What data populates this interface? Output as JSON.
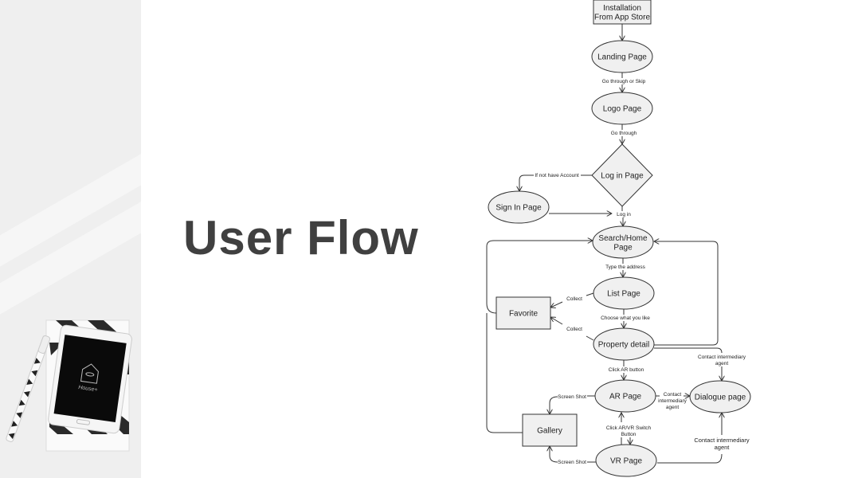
{
  "slide": {
    "title": "User Flow",
    "background_color": "#ffffff",
    "panel_color": "#efefef",
    "title_color": "#404040"
  },
  "photo": {
    "description": "notebook with chevron pattern, smartphone and pen",
    "phone_logo_text": "House+"
  },
  "diagram": {
    "nodes": {
      "installation": {
        "shape": "rect",
        "lines": [
          "Installation",
          "From App Store"
        ]
      },
      "landing": {
        "shape": "ellipse",
        "lines": [
          "Landing Page"
        ]
      },
      "logo": {
        "shape": "ellipse",
        "lines": [
          "Logo Page"
        ]
      },
      "login": {
        "shape": "diamond",
        "lines": [
          "Log in Page"
        ]
      },
      "signin": {
        "shape": "ellipse",
        "lines": [
          "Sign In Page"
        ]
      },
      "search": {
        "shape": "ellipse",
        "lines": [
          "Search/Home",
          "Page"
        ]
      },
      "list": {
        "shape": "ellipse",
        "lines": [
          "List Page"
        ]
      },
      "favorite": {
        "shape": "rect",
        "lines": [
          "Favorite"
        ]
      },
      "property": {
        "shape": "ellipse",
        "lines": [
          "Property detail"
        ]
      },
      "ar": {
        "shape": "ellipse",
        "lines": [
          "AR Page"
        ]
      },
      "dialogue": {
        "shape": "ellipse",
        "lines": [
          "Dialogue page"
        ]
      },
      "gallery": {
        "shape": "rect",
        "lines": [
          "Gallery"
        ]
      },
      "vr": {
        "shape": "ellipse",
        "lines": [
          "VR Page"
        ]
      }
    },
    "edge_labels": {
      "go_through_or_skip": "Go through or Skip",
      "go_through": "Go through",
      "if_not_have_account": "If not have Account",
      "log_in": "Log in",
      "type_address": "Type the address",
      "collect_list": "Collect",
      "collect_property": "Collect",
      "choose": "Choose what you like",
      "contact_property": [
        "Contact intermediary",
        "agent"
      ],
      "click_ar": "Click AR button",
      "screenshot_ar": "Screen Shot",
      "contact_ar": [
        "Contact",
        "intermediary",
        "agent"
      ],
      "switch": [
        "Click AR/VR Switch",
        "Button"
      ],
      "screenshot_vr": "Screen Shot",
      "contact_vr": [
        "Contact intermediary",
        "agent"
      ]
    },
    "colors": {
      "stroke": "#333333",
      "node_fill": "#f0f0f0",
      "text": "#222222"
    }
  }
}
